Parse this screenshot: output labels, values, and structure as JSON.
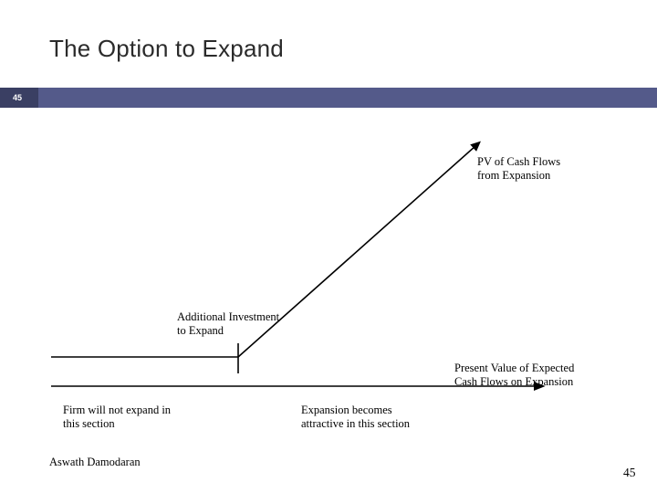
{
  "slide": {
    "title": "The Option to Expand",
    "slide_number_badge": "45",
    "page_number": "45",
    "author": "Aswath Damodaran",
    "header_bar_color": "#545a8a",
    "header_badge_color": "#3a3f63",
    "title_color": "#2b2b2b",
    "background_color": "#ffffff"
  },
  "diagram": {
    "labels": {
      "pv_cash_flows_expansion": "PV of Cash Flows\nfrom Expansion",
      "additional_investment": "Additional Investment\nto Expand",
      "present_value_expected": "Present Value of Expected\nCash Flows on Expansion",
      "firm_will_not_expand": "Firm will not expand in\nthis section",
      "expansion_becomes_attractive": "Expansion becomes\nattractive in this section"
    },
    "line_color": "#000000",
    "icons": {
      "payoff_arrow": "diagonal-arrow-up-right-icon",
      "axis_arrow": "arrow-right-icon",
      "strike_tick": "vertical-tick-icon"
    }
  }
}
